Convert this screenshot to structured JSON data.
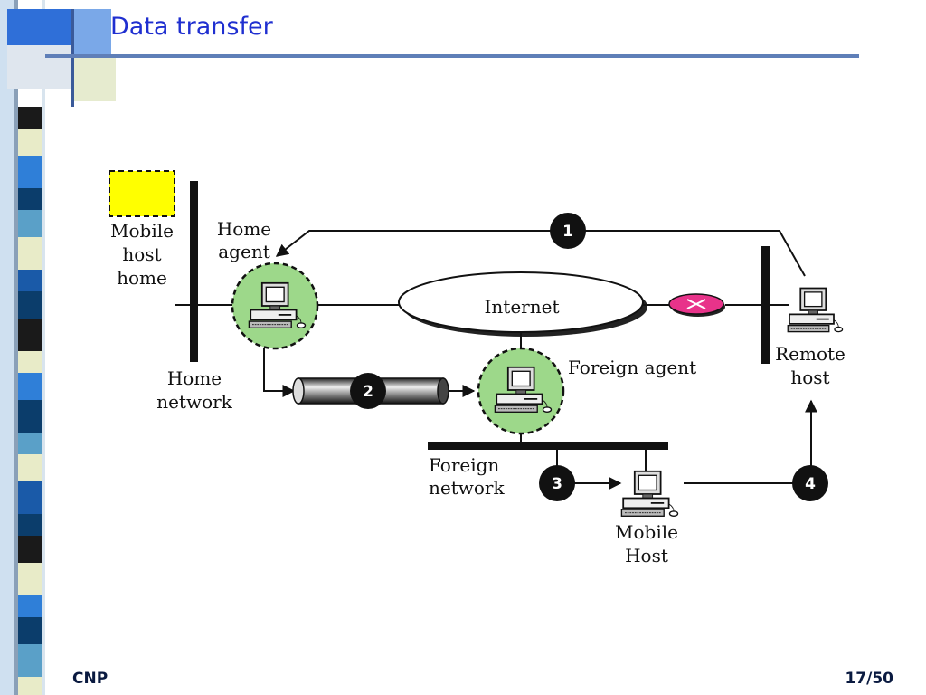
{
  "slide": {
    "title": "Data transfer",
    "footer_left": "CNP",
    "page": "17/50"
  },
  "diagram": {
    "labels": {
      "mobile_host_home_1": "Mobile",
      "mobile_host_home_2": "host",
      "mobile_host_home_3": "home",
      "home_agent_1": "Home",
      "home_agent_2": "agent",
      "home_network_1": "Home",
      "home_network_2": "network",
      "internet": "Internet",
      "foreign_agent": "Foreign agent",
      "remote_host_1": "Remote",
      "remote_host_2": "host",
      "foreign_network_1": "Foreign",
      "foreign_network_2": "network",
      "mobile_host_1": "Mobile",
      "mobile_host_2": "Host"
    },
    "steps": [
      "1",
      "2",
      "3",
      "4"
    ],
    "colors": {
      "agent_fill": "#9dd88a",
      "router_fill": "#e8338a",
      "home_placeholder": "#ffff00",
      "title": "#1f2fd0"
    }
  }
}
